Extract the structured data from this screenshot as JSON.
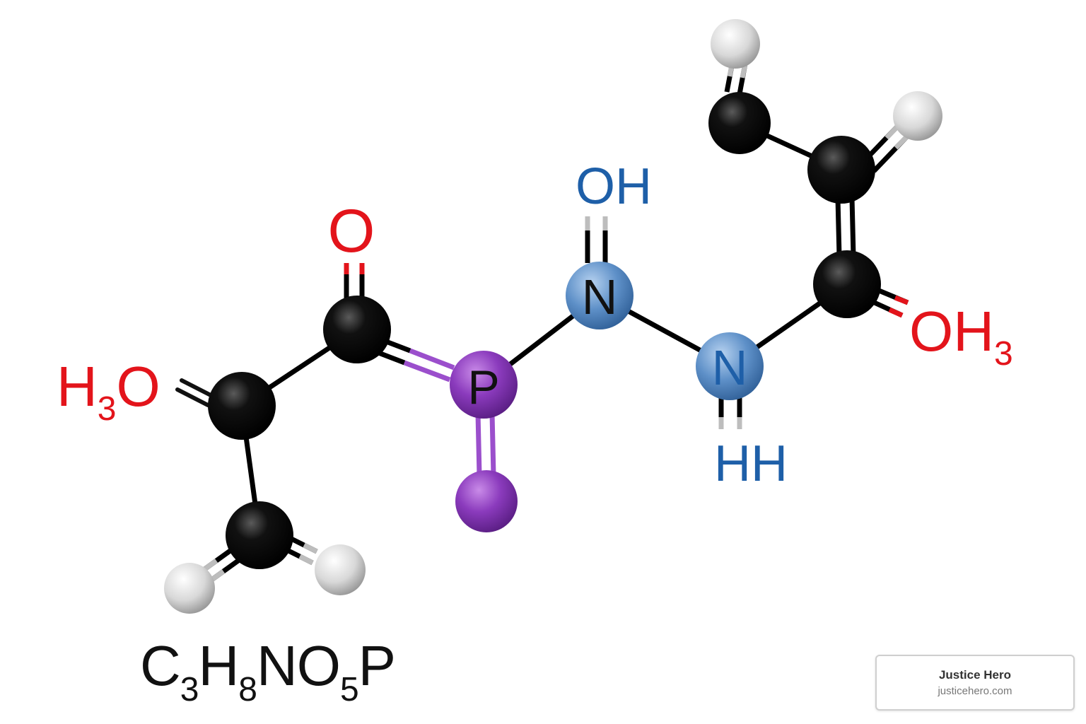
{
  "labels": {
    "h3o_left": {
      "main": "H",
      "sub": "3",
      "tail": "O"
    },
    "o_top": "O",
    "p_atom": "P",
    "n_upper": "N",
    "n_lower": "N",
    "oh_top": "OH",
    "hh_bottom": "HH",
    "oh3_right": {
      "main": "OH",
      "sub": "3"
    }
  },
  "formula": {
    "parts": [
      {
        "text": "C",
        "sub": "3"
      },
      {
        "text": "H",
        "sub": "8"
      },
      {
        "text": "NO",
        "sub": "5"
      },
      {
        "text": "P",
        "sub": ""
      }
    ]
  },
  "watermark": {
    "name": "Justice Hero",
    "url": "justicehero.com"
  },
  "colors": {
    "carbon": "#0a0a0a",
    "hydrogen": "#e6e6e6",
    "phosphorus": "#8a3ab8",
    "nitrogen": "#5b8fc9",
    "oxygen_label": "#e3141b",
    "nitrogen_label": "#1e5fa8"
  }
}
